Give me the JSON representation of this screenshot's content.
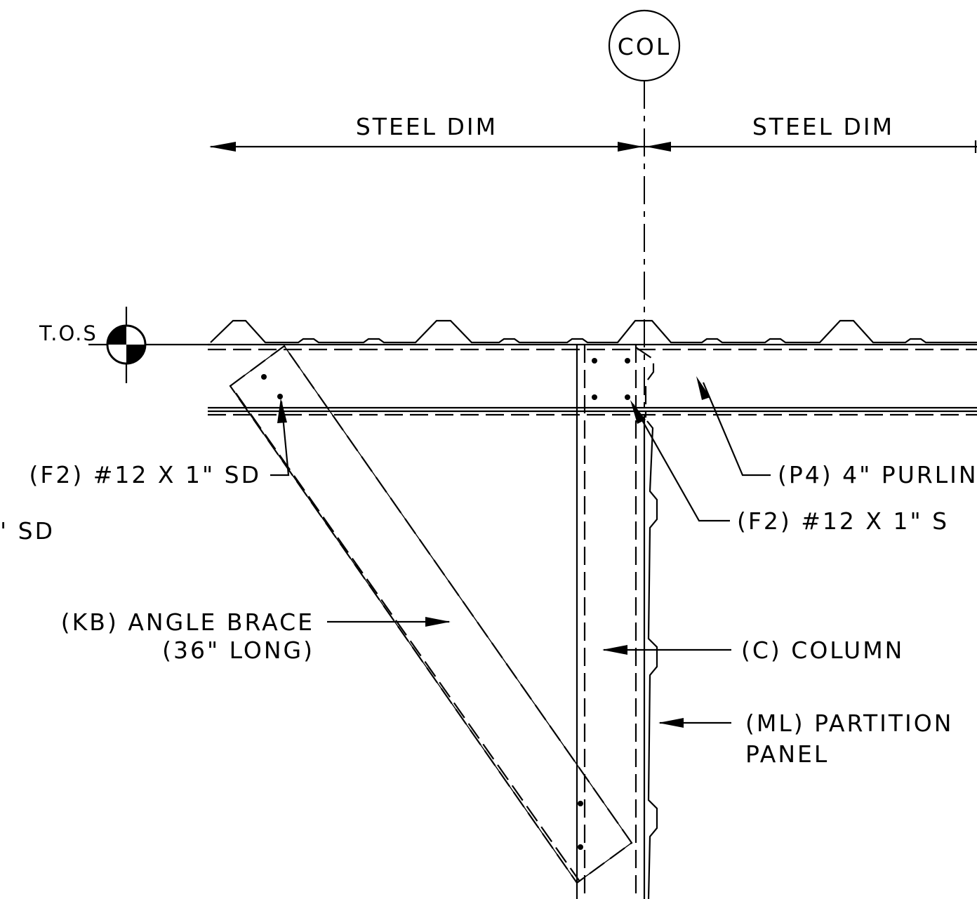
{
  "column_tag": "COL",
  "dimensions": {
    "left": "STEEL DIM",
    "right": "STEEL DIM"
  },
  "elevation": {
    "label": "T.O.S"
  },
  "callouts": {
    "purlin": "(P4) 4\" PURLIN",
    "fastener_left": "(F2) #12 X 1\" SD",
    "fastener_right": "(F2) #12 X 1\" S",
    "fastener_edge": "\" SD",
    "angle_brace_line1": "(KB) ANGLE BRACE",
    "angle_brace_line2": "(36\" LONG)",
    "column": "(C) COLUMN",
    "partition_line1": "(ML) PARTITION",
    "partition_line2": "PANEL"
  }
}
